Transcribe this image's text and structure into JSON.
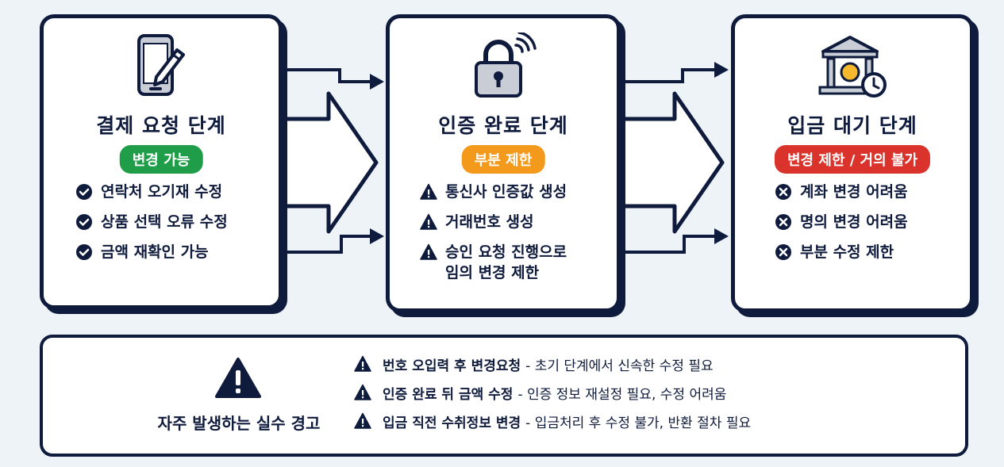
{
  "stages": [
    {
      "title": "결제 요청 단계",
      "badge": "변경 가능",
      "icon": "phone-edit-icon",
      "items": [
        "연락처 오기재 수정",
        "상품 선택 오류 수정",
        "금액 재확인 가능"
      ]
    },
    {
      "title": "인증 완료 단계",
      "badge": "부분 제한",
      "icon": "lock-wireless-icon",
      "items": [
        "통신사 인증값 생성",
        "거래번호 생성",
        "승인 요청 진행으로\n임의 변경 제한"
      ]
    },
    {
      "title": "입금 대기 단계",
      "badge": "변경 제한 / 거의 불가",
      "icon": "bank-clock-icon",
      "items": [
        "계좌 변경 어려움",
        "명의 변경 어려움",
        "부분 수정 제한"
      ]
    }
  ],
  "warnings": {
    "title": "자주 발생하는 실수 경고",
    "items": [
      {
        "bold": "번호 오입력 후 변경요청",
        "desc": "- 초기 단계에서 신속한 수정 필요"
      },
      {
        "bold": "인증 완료 뒤 금액 수정",
        "desc": "- 인증 정보 재설정 필요, 수정 어려움"
      },
      {
        "bold": "입금 직전 수취정보 변경",
        "desc": "- 입금처리 후 수정 불가, 반환 절차 필요"
      }
    ]
  },
  "colors": {
    "navy": "#0f1b3d",
    "green": "#1f9d48",
    "orange": "#f39a1c",
    "red": "#d9332b",
    "icon_gray": "#c9ced6",
    "coin_yellow": "#f6b92e"
  }
}
